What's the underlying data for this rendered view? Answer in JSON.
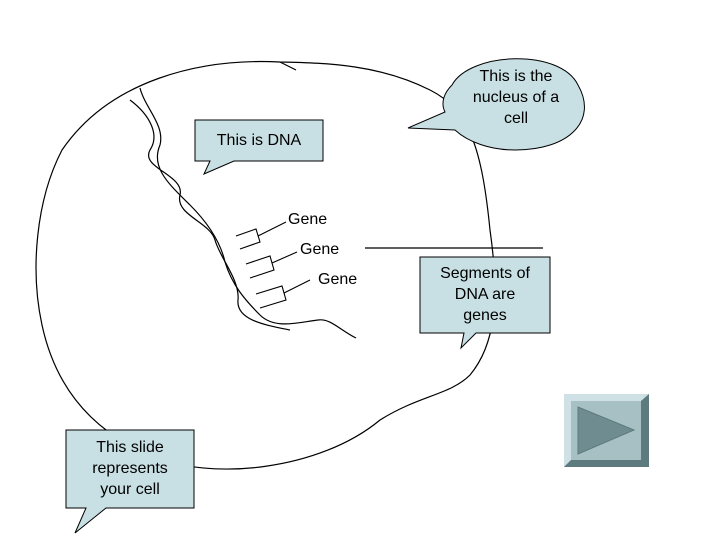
{
  "callouts": {
    "nucleus": [
      "This is the",
      "nucleus of a",
      "cell"
    ],
    "dna": "This is DNA",
    "segments": [
      "Segments of",
      "DNA are",
      "genes"
    ],
    "slide": [
      "This slide",
      "represents",
      "your cell"
    ]
  },
  "genes": [
    "Gene",
    "Gene",
    "Gene"
  ],
  "colors": {
    "callout_fill": "#c8e0e4",
    "button_face": "#8fa9ad",
    "button_light": "#cfe1e4",
    "button_dark": "#5d7a7f",
    "arrow": "#6f8c91"
  },
  "navigation": {
    "next_icon": "play-arrow-icon"
  }
}
